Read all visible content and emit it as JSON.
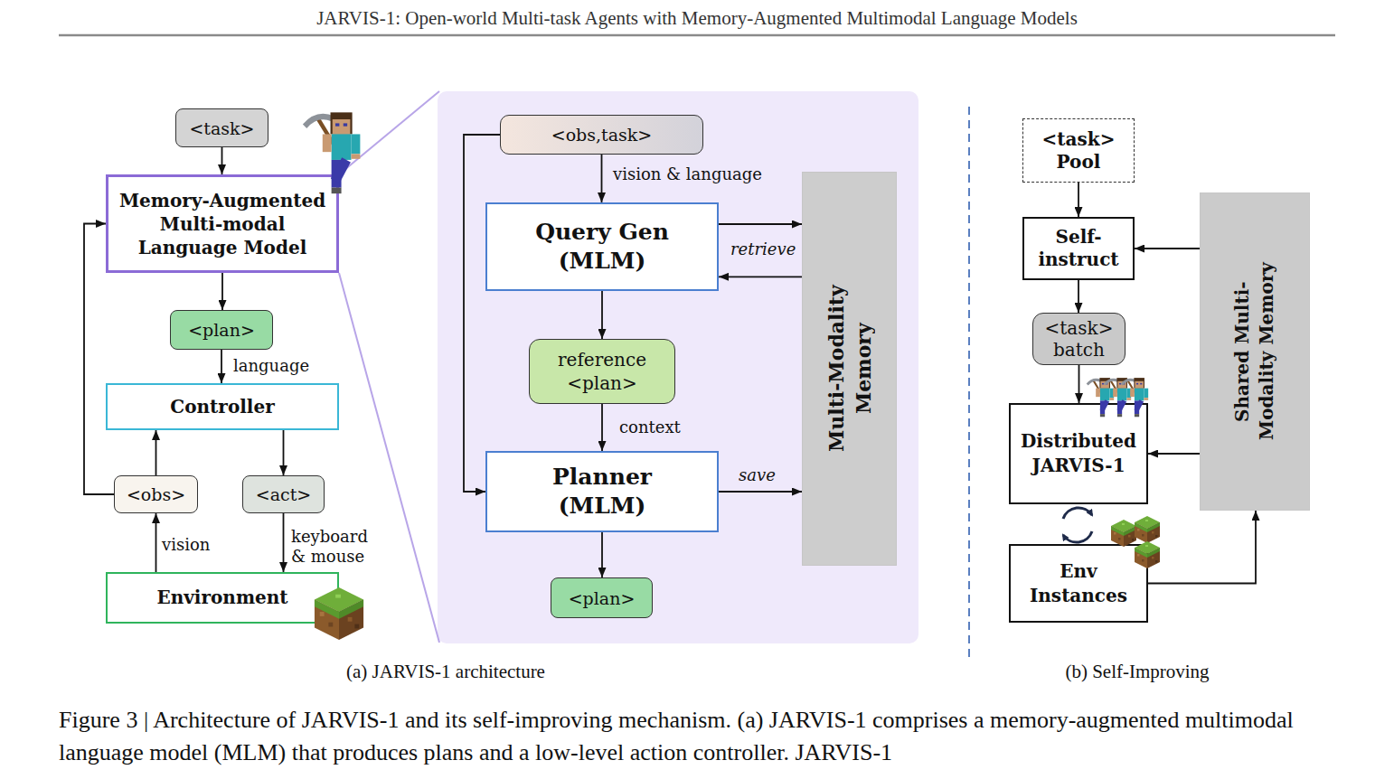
{
  "diagram": {
    "title": "JARVIS-1: Open-world Multi-task Agents with Memory-Augmented Multimodal Language Models",
    "caption": "Figure 3 | Architecture of JARVIS-1 and its self-improving mechanism. (a) JARVIS-1 comprises a memory-augmented multimodal language model (MLM) that produces plans and a low-level action controller. JARVIS-1",
    "nodes": [
      {
        "text": [
          "<task>"
        ]
      },
      {
        "text": [
          "Memory-Augmented Multi-modal Language Model"
        ]
      },
      {
        "text": [
          "<plan>"
        ]
      },
      {
        "text": [
          "Controller"
        ]
      },
      {
        "text": [
          "<obs>"
        ]
      },
      {
        "text": [
          "<act>"
        ]
      },
      {
        "text": [
          "Environment"
        ]
      },
      {
        "text": [
          "<obs,task>"
        ]
      },
      {
        "text": [
          "Query Gen (MLM)"
        ]
      },
      {
        "text": [
          "reference <plan>"
        ]
      },
      {
        "text": [
          "Planner (MLM)"
        ]
      },
      {
        "text": [
          "<plan>"
        ]
      },
      {
        "text": [
          "Multi-Modality Memory"
        ]
      },
      {
        "text": [
          "<task> Pool"
        ]
      },
      {
        "text": [
          "Self-instruct"
        ]
      },
      {
        "text": [
          "<task> batch"
        ]
      },
      {
        "text": [
          "Distributed JARVIS-1"
        ]
      },
      {
        "text": [
          "Env Instances"
        ]
      },
      {
        "text": [
          "Shared Multi-Modality Memory"
        ]
      }
    ],
    "edges": [
      {
        "from": 0,
        "to": 1,
        "arrow": "to"
      },
      {
        "from": 1,
        "to": 2,
        "arrow": "to"
      },
      {
        "from": 2,
        "to": 3,
        "label": "language",
        "arrow": "to"
      },
      {
        "from": 4,
        "to": 3,
        "arrow": "to"
      },
      {
        "from": 3,
        "to": 5,
        "arrow": "to"
      },
      {
        "from": 6,
        "to": 4,
        "label": "vision",
        "arrow": "to"
      },
      {
        "from": 5,
        "to": 6,
        "label": "keyboard & mouse",
        "arrow": "to"
      },
      {
        "from": 4,
        "to": 1,
        "arrow": "to"
      },
      {
        "from": 7,
        "to": 8,
        "label": "vision & language",
        "arrow": "to"
      },
      {
        "from": 8,
        "to": 12,
        "arrow": "to"
      },
      {
        "from": 12,
        "to": 8,
        "label": "retrieve",
        "arrow": "to"
      },
      {
        "from": 8,
        "to": 9,
        "arrow": "to"
      },
      {
        "from": 9,
        "to": 10,
        "label": "context",
        "arrow": "to"
      },
      {
        "from": 7,
        "to": 10,
        "arrow": "to"
      },
      {
        "from": 10,
        "to": 12,
        "label": "save",
        "arrow": "to"
      },
      {
        "from": 10,
        "to": 11,
        "arrow": "to"
      },
      {
        "from": 13,
        "to": 14,
        "arrow": "to"
      },
      {
        "from": 18,
        "to": 14,
        "arrow": "to"
      },
      {
        "from": 14,
        "to": 15,
        "arrow": "to"
      },
      {
        "from": 15,
        "to": 16,
        "arrow": "to"
      },
      {
        "from": 18,
        "to": 16,
        "arrow": "to"
      },
      {
        "from": 17,
        "to": 18,
        "arrow": "to"
      }
    ],
    "labels": [
      "(a) JARVIS-1 architecture",
      "(b) Self-Improving"
    ]
  }
}
